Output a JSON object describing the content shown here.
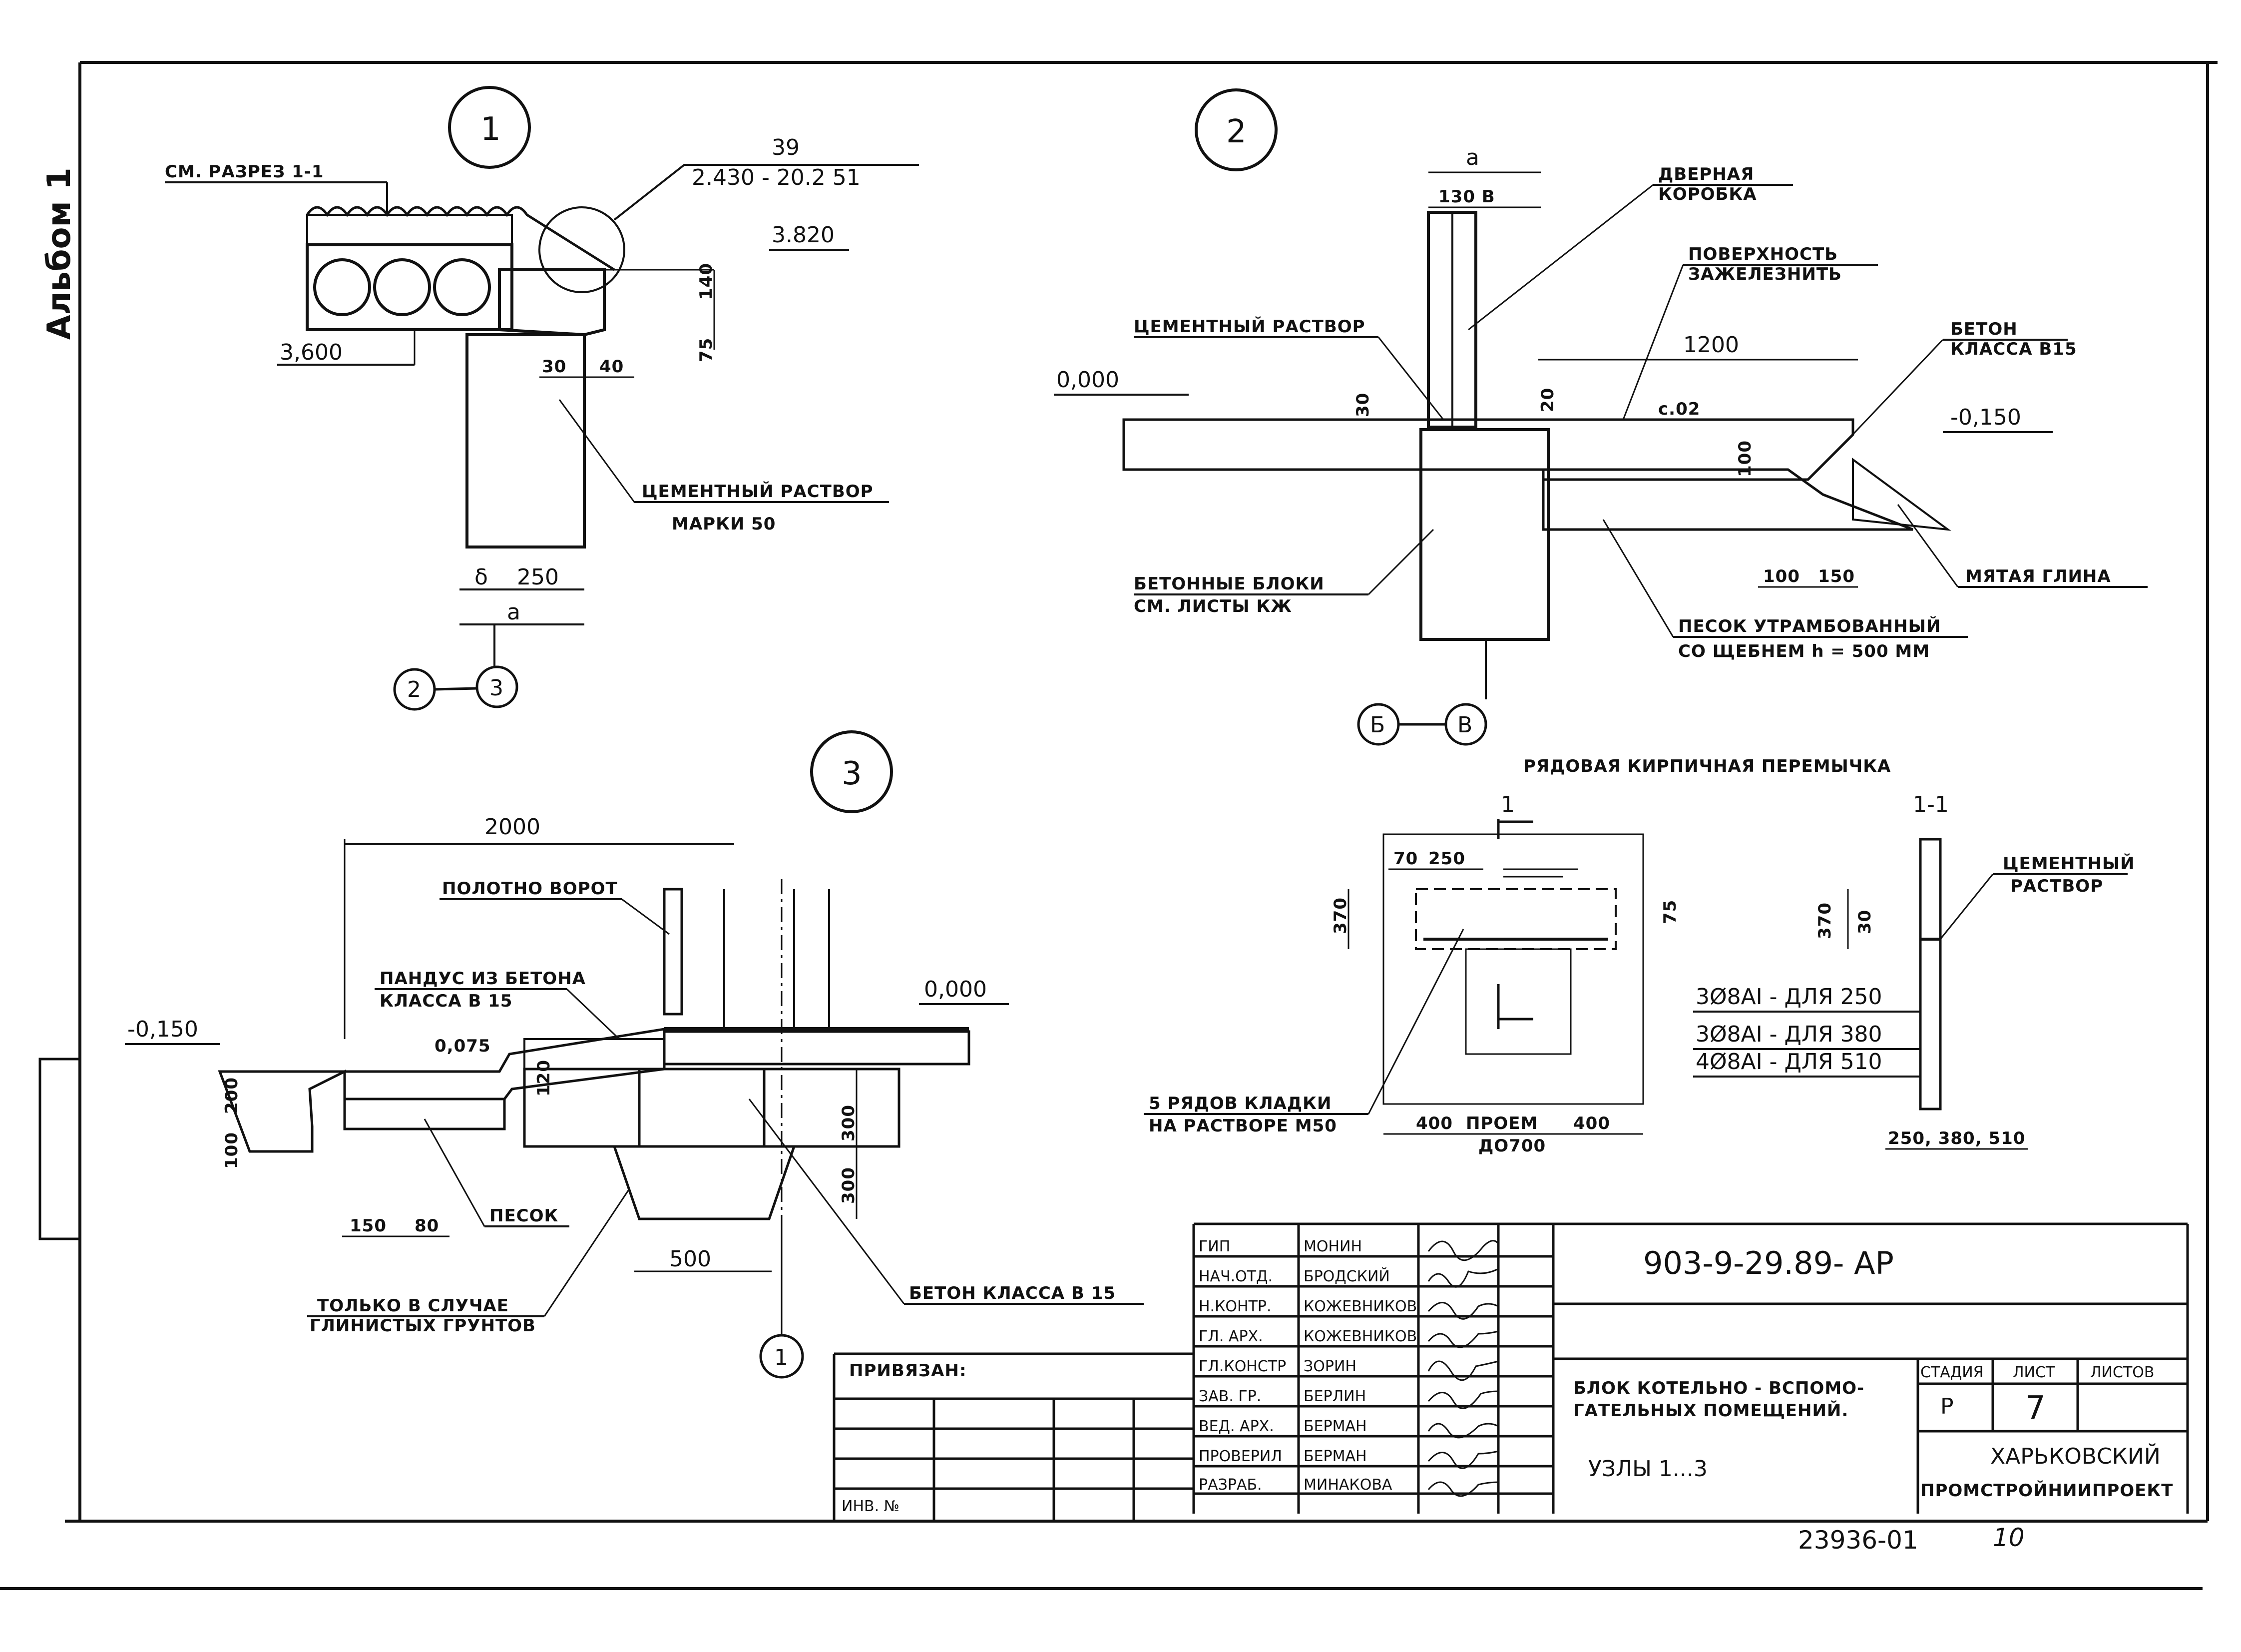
{
  "album": "Альбом 1",
  "bubbles": {
    "n1": "1",
    "n2": "2",
    "n3": "3"
  },
  "detail1": {
    "see_section": "СМ. РАЗРЕЗ 1-1",
    "ref_num": "39",
    "ref_code": "2.430 - 20.2  51",
    "elev_top": "3.820",
    "elev_left": "3,600",
    "dim_140": "140",
    "dim_75": "75",
    "dim_30": "30",
    "dim_40": "40",
    "mortar_1": "ЦЕМЕНТНЫЙ РАСТВОР",
    "mortar_2": "МАРКИ 50",
    "dim_delta": "δ",
    "dim_250": "250",
    "dim_a": "a",
    "axis_left": "2",
    "axis_right": "3"
  },
  "detail2": {
    "dim_a": "a",
    "dim_130": "130 В",
    "door_frame_1": "ДВЕРНАЯ",
    "door_frame_2": "КОРОБКА",
    "surface_1": "ПОВЕРХНОСТЬ",
    "surface_2": "ЗАЖЕЛЕЗНИТЬ",
    "cement": "ЦЕМЕНТНЫЙ РАСТВОР",
    "elev_000": "0,000",
    "dim_1200": "1200",
    "concrete_1": "БЕТОН",
    "concrete_2": "КЛАССА В15",
    "elev_m150": "-0,150",
    "dim_30": "30",
    "dim_20": "20",
    "slope": "с.02",
    "dim_100v": "100",
    "blocks_1": "БЕТОННЫЕ БЛОКИ",
    "blocks_2": "СМ. ЛИСТЫ КЖ",
    "dim_100": "100",
    "dim_150": "150",
    "clay": "МЯТАЯ ГЛИНА",
    "sand_1": "ПЕСОК УТРАМБОВАННЫЙ",
    "sand_2": "СО ЩЕБНЕМ h = 500 ММ",
    "axis_left": "Б",
    "axis_right": "В"
  },
  "detail3": {
    "dim_2000": "2000",
    "gate": "ПОЛОТНО ВОРОТ",
    "ramp_1": "ПАНДУС ИЗ БЕТОНА",
    "ramp_2": "КЛАССА В 15",
    "elev_000": "0,000",
    "elev_m150": "-0,150",
    "slope": "0,075",
    "dim_120": "120",
    "dim_100": "100",
    "dim_200": "200",
    "dim_300a": "300",
    "dim_300b": "300",
    "dim_150": "150",
    "dim_80": "80",
    "sand": "ПЕСОК",
    "dim_500": "500",
    "concrete": "БЕТОН  КЛАССА В 15",
    "only_1": "ТОЛЬКО В СЛУЧАЕ",
    "only_2": "ГЛИНИСТЫХ ГРУНТОВ",
    "axis": "1"
  },
  "lintel": {
    "title": "РЯДОВАЯ  КИРПИЧНАЯ  ПЕРЕМЫЧКА",
    "cut": "1",
    "dim_70": "70",
    "dim_250": "250",
    "dim_370": "370",
    "dim_75": "75",
    "rows_1": "5 РЯДОВ КЛАДКИ",
    "rows_2": "НА РАСТВОРЕ М50",
    "dim_400a": "400",
    "opening": "ПРОЕМ",
    "dim_400b": "400",
    "to": "ДО700"
  },
  "section11": {
    "title": "1-1",
    "dim_370": "370",
    "dim_30": "30",
    "cement_1": "ЦЕМЕНТНЫЙ",
    "cement_2": "РАСТВОР",
    "rebar_1": "3Ø8AI - ДЛЯ 250",
    "rebar_2": "3Ø8AI - ДЛЯ 380",
    "rebar_3": "4Ø8AI - ДЛЯ 510",
    "thick": "250, 380, 510"
  },
  "title_block": {
    "code": "903-9-29.89- АР",
    "tied": "ПРИВЯЗАН:",
    "inv": "ИНВ. №",
    "roles": [
      "ГИП",
      "НАЧ.ОТД.",
      "Н.КОНТР.",
      "ГЛ. АРХ.",
      "ГЛ.КОНСТР",
      "ЗАВ. ГР.",
      "ВЕД. АРХ.",
      "ПРОВЕРИЛ",
      "РАЗРАБ."
    ],
    "names": [
      "МОНИН",
      "БРОДСКИЙ",
      "КОЖЕВНИКОВ",
      "КОЖЕВНИКОВ",
      "ЗОРИН",
      "БЕРЛИН",
      "БЕРМАН",
      "БЕРМАН",
      "МИНАКОВА"
    ],
    "object_1": "БЛОК КОТЕЛЬНО - ВСПОМО-",
    "object_2": "ГАТЕЛЬНЫХ ПОМЕЩЕНИЙ.",
    "sheet_title": "УЗЛЫ  1...3",
    "stage_label": "СТАДИЯ",
    "sheet_label": "ЛИСТ",
    "sheets_label": "ЛИСТОВ",
    "stage": "Р",
    "sheet": "7",
    "org_1": "ХАРЬКОВСКИЙ",
    "org_2": "ПРОМСТРОЙНИИПРОЕКТ"
  },
  "footer_code": "23936-01",
  "footer_page": "10"
}
